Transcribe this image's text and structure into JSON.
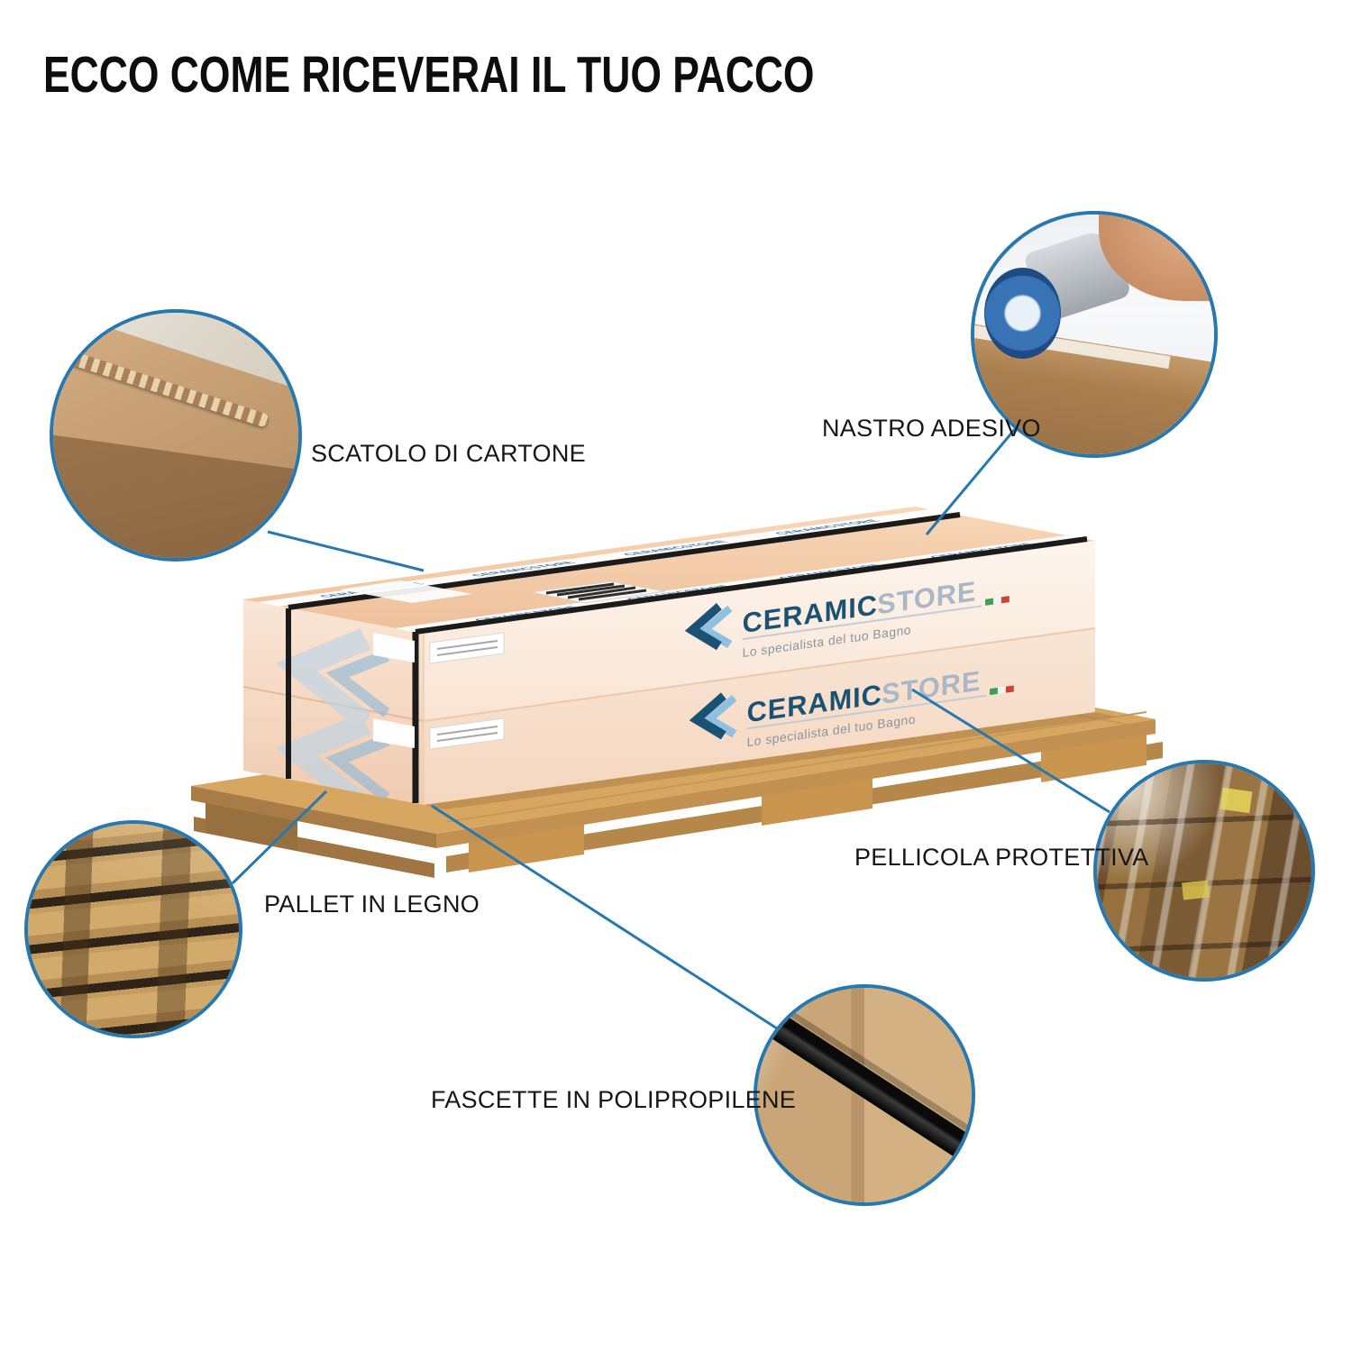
{
  "page": {
    "title": "ECCO COME RICEVERAI IL TUO PACCO"
  },
  "colors": {
    "accent_blue": "#2878b0",
    "brand_blue": "#1a5276",
    "brand_gray_blue": "#a9b7c6",
    "tape_logo_blue": "#2f6ea8"
  },
  "callouts": {
    "scatolo": {
      "label": "SCATOLO DI CARTONE",
      "photo": "cardboard-box-corner-closeup"
    },
    "nastro": {
      "label": "NASTRO ADESIVO",
      "photo": "tape-gun-sealing-box"
    },
    "pellicola": {
      "label": "PELLICOLA PROTETTIVA",
      "photo": "stretch-film-wrapped-pallet"
    },
    "pallet": {
      "label": "PALLET IN LEGNO",
      "photo": "wooden-pallet-closeup"
    },
    "fascette": {
      "label": "FASCETTE IN POLIPROPILENE",
      "photo": "black-strap-on-cardboard-corner"
    }
  },
  "brand": {
    "name_primary": "CERAMIC",
    "name_secondary": "STORE",
    "tagline": "Lo specialista del tuo Bagno",
    "tape_text": "CERAMICSTORE"
  }
}
